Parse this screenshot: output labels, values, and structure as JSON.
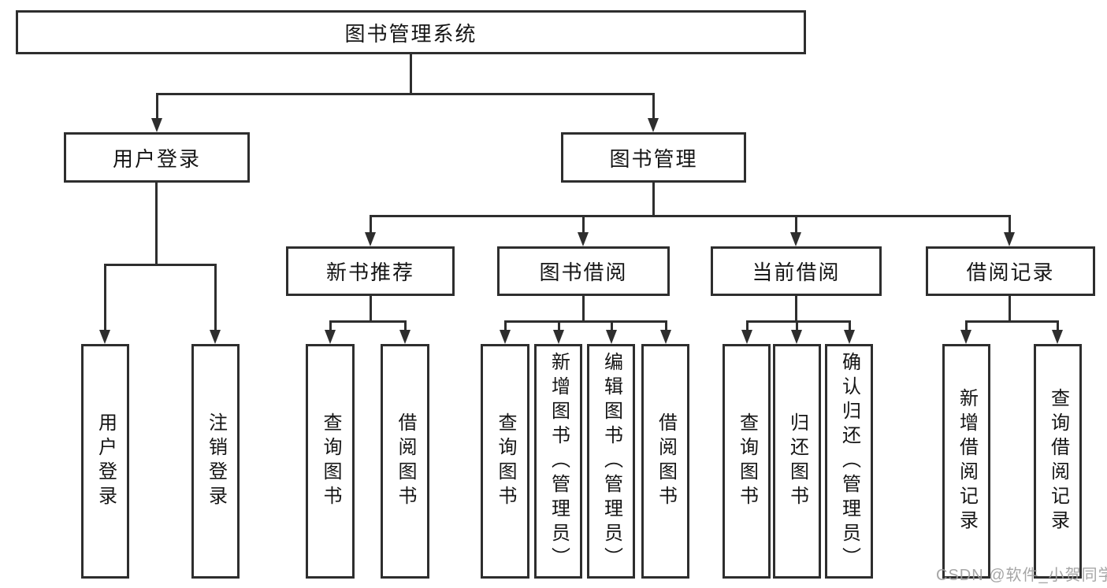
{
  "diagram": {
    "root": {
      "label": "图书管理系统"
    },
    "level2": {
      "user_login": {
        "label": "用户登录"
      },
      "book_mgmt": {
        "label": "图书管理"
      }
    },
    "level3": {
      "new_book": {
        "label": "新书推荐"
      },
      "book_borrow": {
        "label": "图书借阅"
      },
      "current_borrow": {
        "label": "当前借阅"
      },
      "borrow_record": {
        "label": "借阅记录"
      }
    },
    "leaves": {
      "user_login": [
        "用户登录",
        "注销登录"
      ],
      "new_book": [
        "查询图书",
        "借阅图书"
      ],
      "book_borrow": [
        "查询图书",
        "新增图书（管理员）",
        "编辑图书（管理员）",
        "借阅图书"
      ],
      "current_borrow": [
        "查询图书",
        "归还图书",
        "确认归还（管理员）"
      ],
      "borrow_record": [
        "新增借阅记录",
        "查询借阅记录"
      ]
    }
  },
  "watermark": {
    "text": "CSDN @软件_小贺同学",
    "color": "#9e9e9e"
  },
  "colors": {
    "line": "#2e2e2e",
    "text": "#151515",
    "background": "#ffffff"
  }
}
